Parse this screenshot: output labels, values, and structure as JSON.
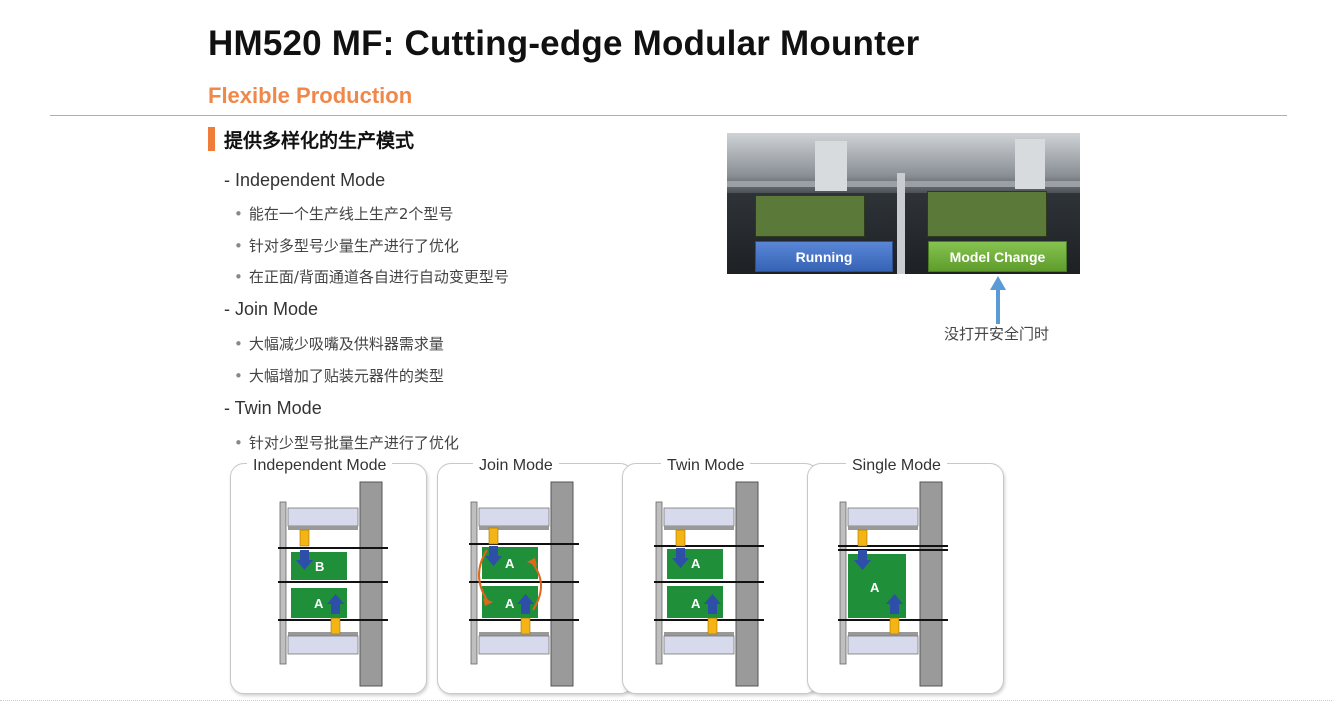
{
  "title": "HM520 MF: Cutting-edge Modular Mounter",
  "subtitle": "Flexible Production",
  "heading": "提供多样化的生产模式",
  "modes": [
    {
      "label": "- Independent Mode",
      "bullets": [
        "能在一个生产线上生产2个型号",
        "针对多型号少量生产进行了优化",
        "在正面/背面通道各自进行自动变更型号"
      ]
    },
    {
      "label": "- Join Mode",
      "bullets": [
        "大幅减少吸嘴及供料器需求量",
        "大幅增加了贴装元器件的类型"
      ]
    },
    {
      "label": "- Twin Mode",
      "bullets": [
        "针对少型号批量生产进行了优化"
      ]
    }
  ],
  "photo": {
    "running_label": "Running",
    "model_change_label": "Model Change",
    "caption": "没打开安全门时"
  },
  "cards": [
    {
      "title": "Independent Mode",
      "boards": [
        "B",
        "A"
      ]
    },
    {
      "title": "Join Mode",
      "boards": [
        "A",
        "A"
      ]
    },
    {
      "title": "Twin Mode",
      "boards": [
        "A",
        "A"
      ]
    },
    {
      "title": "Single Mode",
      "boards": [
        "A"
      ]
    }
  ],
  "colors": {
    "accent_orange": "#f07c3a",
    "subtitle_orange": "#f0884a",
    "running_blue": "#3763b6",
    "change_green": "#5e9c2c",
    "pcb_green": "#1f8f3a",
    "arrow_blue": "#2d4fa8",
    "head_yellow": "#f5b416",
    "join_arrow_orange": "#e0661c"
  }
}
